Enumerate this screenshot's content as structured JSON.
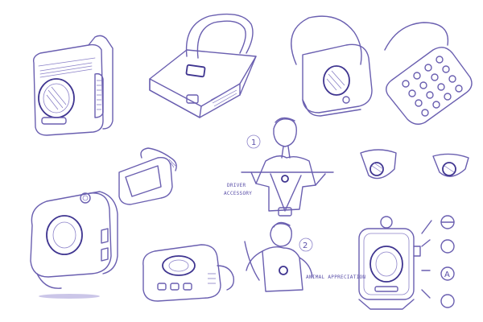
{
  "colors": {
    "ink": "#6a5fb0",
    "paper": "#ffffff"
  },
  "annotations": {
    "step_one": "1",
    "step_two": "2",
    "driver_note_line1": "DRIVER",
    "driver_note_line2": "ACCESSORY",
    "sketch2_note": "ANIMAL APPRECIATION",
    "feature_labels": [
      "",
      "",
      "",
      ""
    ]
  }
}
